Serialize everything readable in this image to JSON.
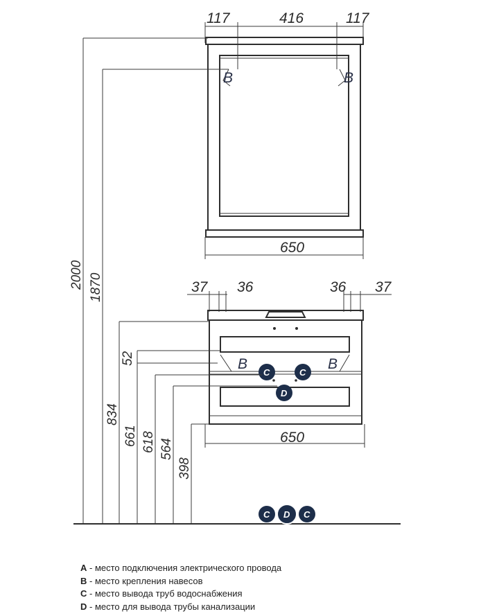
{
  "mirror": {
    "dim_left": "117",
    "dim_center": "416",
    "dim_right": "117",
    "dim_width": "650",
    "hanger_left": "B",
    "hanger_right": "B"
  },
  "cabinet": {
    "dim_left_outer": "37",
    "dim_left_inner": "36",
    "dim_right_inner": "36",
    "dim_right_outer": "37",
    "dim_width": "650",
    "hanger_left": "B",
    "hanger_right": "B",
    "marker_c_left": "C",
    "marker_c_right": "C",
    "marker_d": "D"
  },
  "heights": [
    "2000",
    "1870",
    "834",
    "52",
    "661",
    "618",
    "564",
    "398"
  ],
  "floor_markers": [
    "C",
    "D",
    "C"
  ],
  "marker_color": "#1d2e4a",
  "legend": [
    {
      "letter": "A",
      "text": " - место подключения электрического провода"
    },
    {
      "letter": "B",
      "text": " - место крепления навесов"
    },
    {
      "letter": "C",
      "text": " - место вывода труб водоснабжения"
    },
    {
      "letter": "D",
      "text": " - место для вывода трубы канализации"
    }
  ]
}
